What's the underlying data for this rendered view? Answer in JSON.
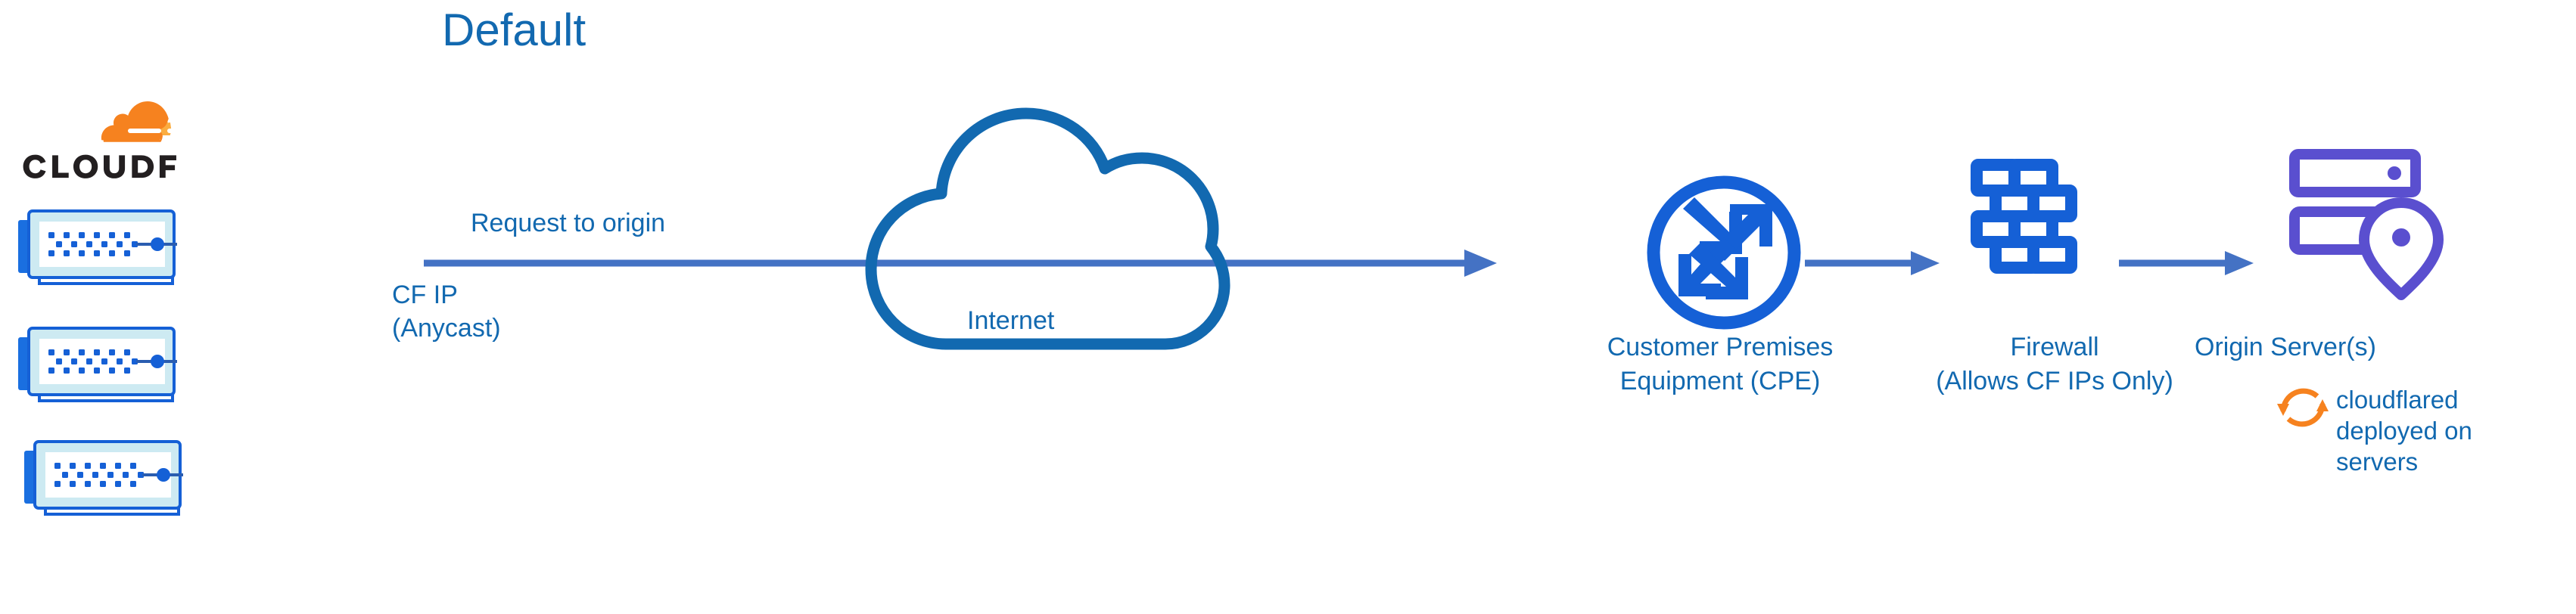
{
  "title": "Default",
  "colors": {
    "title_blue": "#1269b0",
    "label_blue": "#1269b0",
    "cloud_outline": "#1269b0",
    "arrow_blue": "#4472c4",
    "router_blue": "#1560d6",
    "firewall_blue": "#1560d6",
    "origin_purple": "#5a4fcf",
    "cloudflare_orange": "#f6821f",
    "cloudflare_orange_light": "#fbad41",
    "wordmark_black": "#231f20",
    "server_body": "#cdeaf2",
    "server_tab": "#1a6fe0",
    "server_outline": "#1560d6",
    "server_inner": "#ffffff",
    "server_dot": "#1560d6",
    "background": "#ffffff"
  },
  "brand": {
    "logo_mark_name": "cloudflare-cloud-logo",
    "wordmark_text": "CLOUDFLARE",
    "registered_mark": "®"
  },
  "servers": {
    "name": "cloudflare-edge-server-stack",
    "count": 3,
    "units": [
      {
        "id": "server-1",
        "label": "cloudflare-server-unit-1"
      },
      {
        "id": "server-2",
        "label": "cloudflare-server-unit-2"
      },
      {
        "id": "server-3",
        "label": "cloudflare-server-unit-3"
      }
    ]
  },
  "flow": {
    "request_label": "Request to origin",
    "cf_ip_line1": "CF IP",
    "cf_ip_line2": "(Anycast)",
    "cf_ip_full": "CF IP\n(Anycast)"
  },
  "nodes": {
    "internet": {
      "label": "Internet",
      "icon": "cloud-icon"
    },
    "cpe": {
      "label_line1": "Customer Premises",
      "label_line2": "Equipment (CPE)",
      "label_full": "Customer Premises\nEquipment (CPE)",
      "icon": "router-icon"
    },
    "firewall": {
      "label_line1": "Firewall",
      "label_line2": "(Allows CF IPs Only)",
      "label_full": "Firewall\n(Allows CF IPs Only)",
      "icon": "brick-wall-icon"
    },
    "origin": {
      "label": "Origin Server(s)",
      "icon": "server-stack-pin-icon"
    },
    "cloudflared": {
      "label_line1": "cloudflared",
      "label_line2": "deployed on",
      "label_line3": "servers",
      "label_full": "cloudflared\ndeployed on\nservers",
      "icon": "sync-arrows-icon"
    }
  },
  "arrows": [
    {
      "name": "arrow-cloudflare-to-cpe",
      "direction": "right"
    },
    {
      "name": "arrow-cpe-to-firewall",
      "direction": "right"
    },
    {
      "name": "arrow-firewall-to-origin",
      "direction": "right"
    }
  ]
}
